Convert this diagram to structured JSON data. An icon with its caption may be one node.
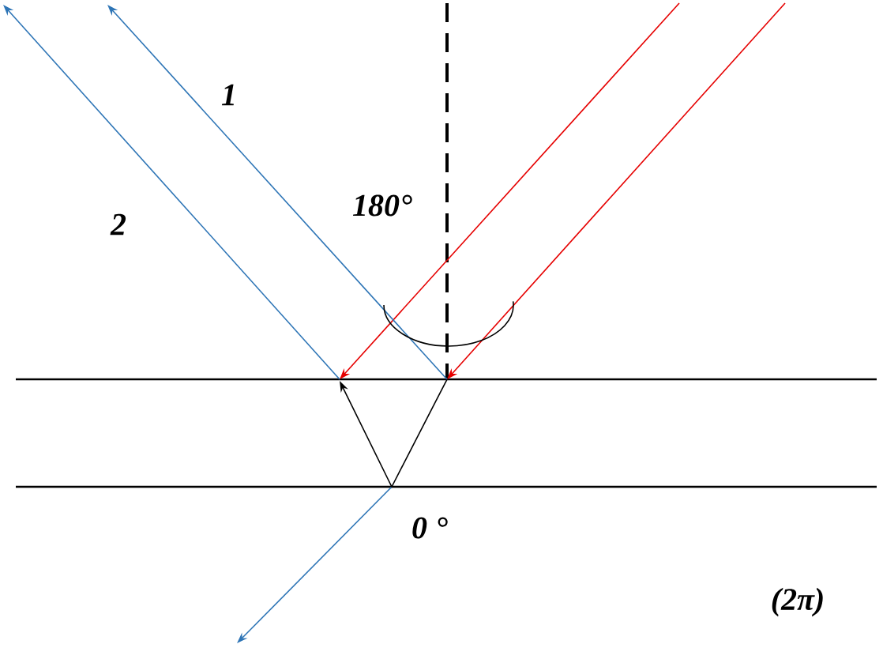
{
  "diagram": {
    "labels": [
      "1",
      "180°",
      "2",
      "0 °",
      "(2π)"
    ]
  }
}
